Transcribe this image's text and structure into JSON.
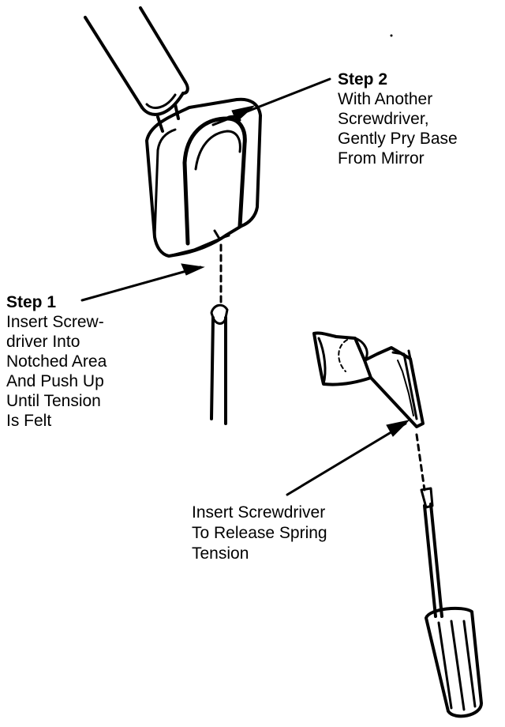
{
  "callouts": {
    "step2": {
      "title": "Step 2",
      "lines": [
        "With Another",
        "Screwdriver,",
        "Gently Pry Base",
        "From Mirror"
      ]
    },
    "step1": {
      "title": "Step 1",
      "lines": [
        "Insert Screw-",
        "driver Into",
        "Notched Area",
        "And Push Up",
        "Until Tension",
        "Is Felt"
      ]
    },
    "release": {
      "lines": [
        "Insert Screwdriver",
        "To Release Spring",
        "Tension"
      ]
    }
  },
  "colors": {
    "ink": "#000000",
    "paper": "#ffffff"
  }
}
